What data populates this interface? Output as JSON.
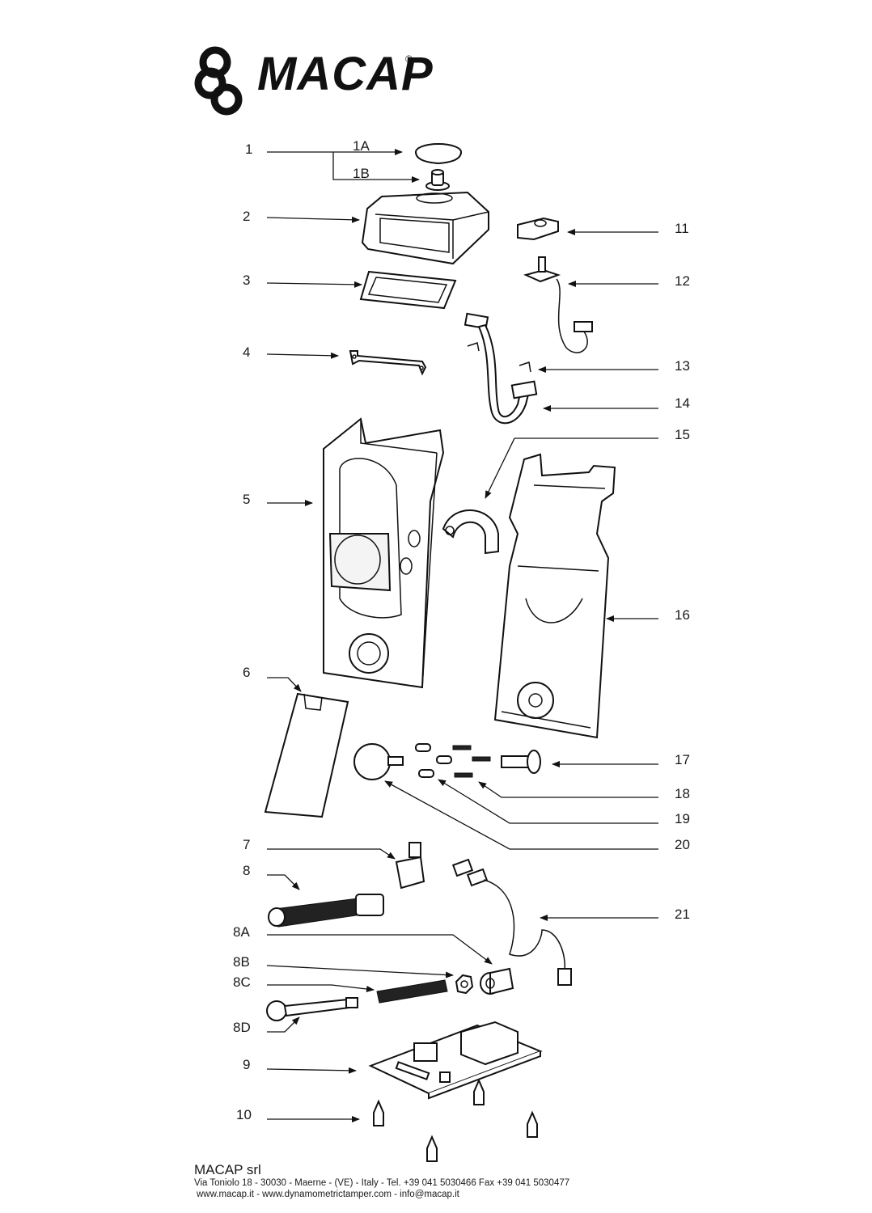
{
  "brand": {
    "name": "MACAP",
    "registered": "®"
  },
  "labels": {
    "p1": "1",
    "p1A": "1A",
    "p1B": "1B",
    "p2": "2",
    "p3": "3",
    "p4": "4",
    "p5": "5",
    "p6": "6",
    "p7": "7",
    "p8": "8",
    "p8A": "8A",
    "p8B": "8B",
    "p8C": "8C",
    "p8D": "8D",
    "p9": "9",
    "p10": "10",
    "p11": "11",
    "p12": "12",
    "p13": "13",
    "p14": "14",
    "p15": "15",
    "p16": "16",
    "p17": "17",
    "p18": "18",
    "p19": "19",
    "p20": "20",
    "p21": "21"
  },
  "footer": {
    "company": "MACAP srl",
    "address": "Via Toniolo 18 - 30030 - Maerne - (VE) - Italy -  Tel. +39 041 5030466  Fax  +39 041 5030477",
    "web": "www.macap.it - www.dynamometrictamper.com - info@macap.it"
  }
}
